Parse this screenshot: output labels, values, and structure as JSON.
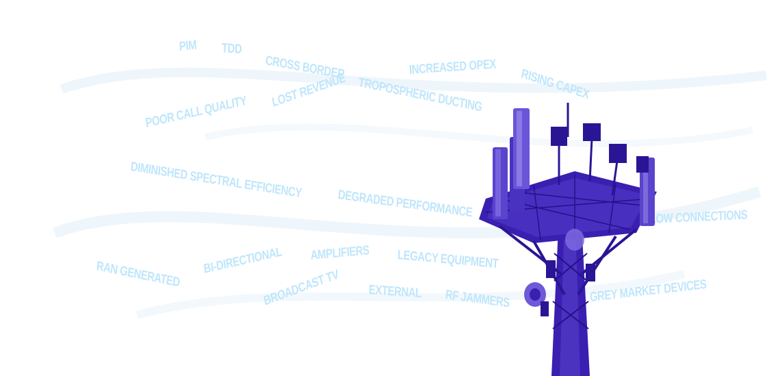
{
  "colors": {
    "word": "#bfe6fb",
    "tower": "#3a1fb0",
    "tower_dark": "#24108a",
    "tower_light": "#6e5ad8",
    "background": "#ffffff",
    "wave": "#eef6fb"
  },
  "tower_icon": "cell-tower-image",
  "words": [
    "PIM",
    "TDD",
    "CROSS BORDER",
    "TROPOSPHERIC DUCTING",
    "INCREASED OPEX",
    "RISING CAPEX",
    "LOST REVENUE",
    "POOR CALL QUALITY",
    "DIMINISHED SPECTRAL EFFICIENCY",
    "DEGRADED PERFORMANCE",
    "LOW CONNECTIONS",
    "RAN GENERATED",
    "BI-DIRECTIONAL",
    "AMPLIFIERS",
    "LEGACY EQUIPMENT",
    "BROADCAST TV",
    "EXTERNAL",
    "RF JAMMERS",
    "GREY MARKET DEVICES"
  ]
}
